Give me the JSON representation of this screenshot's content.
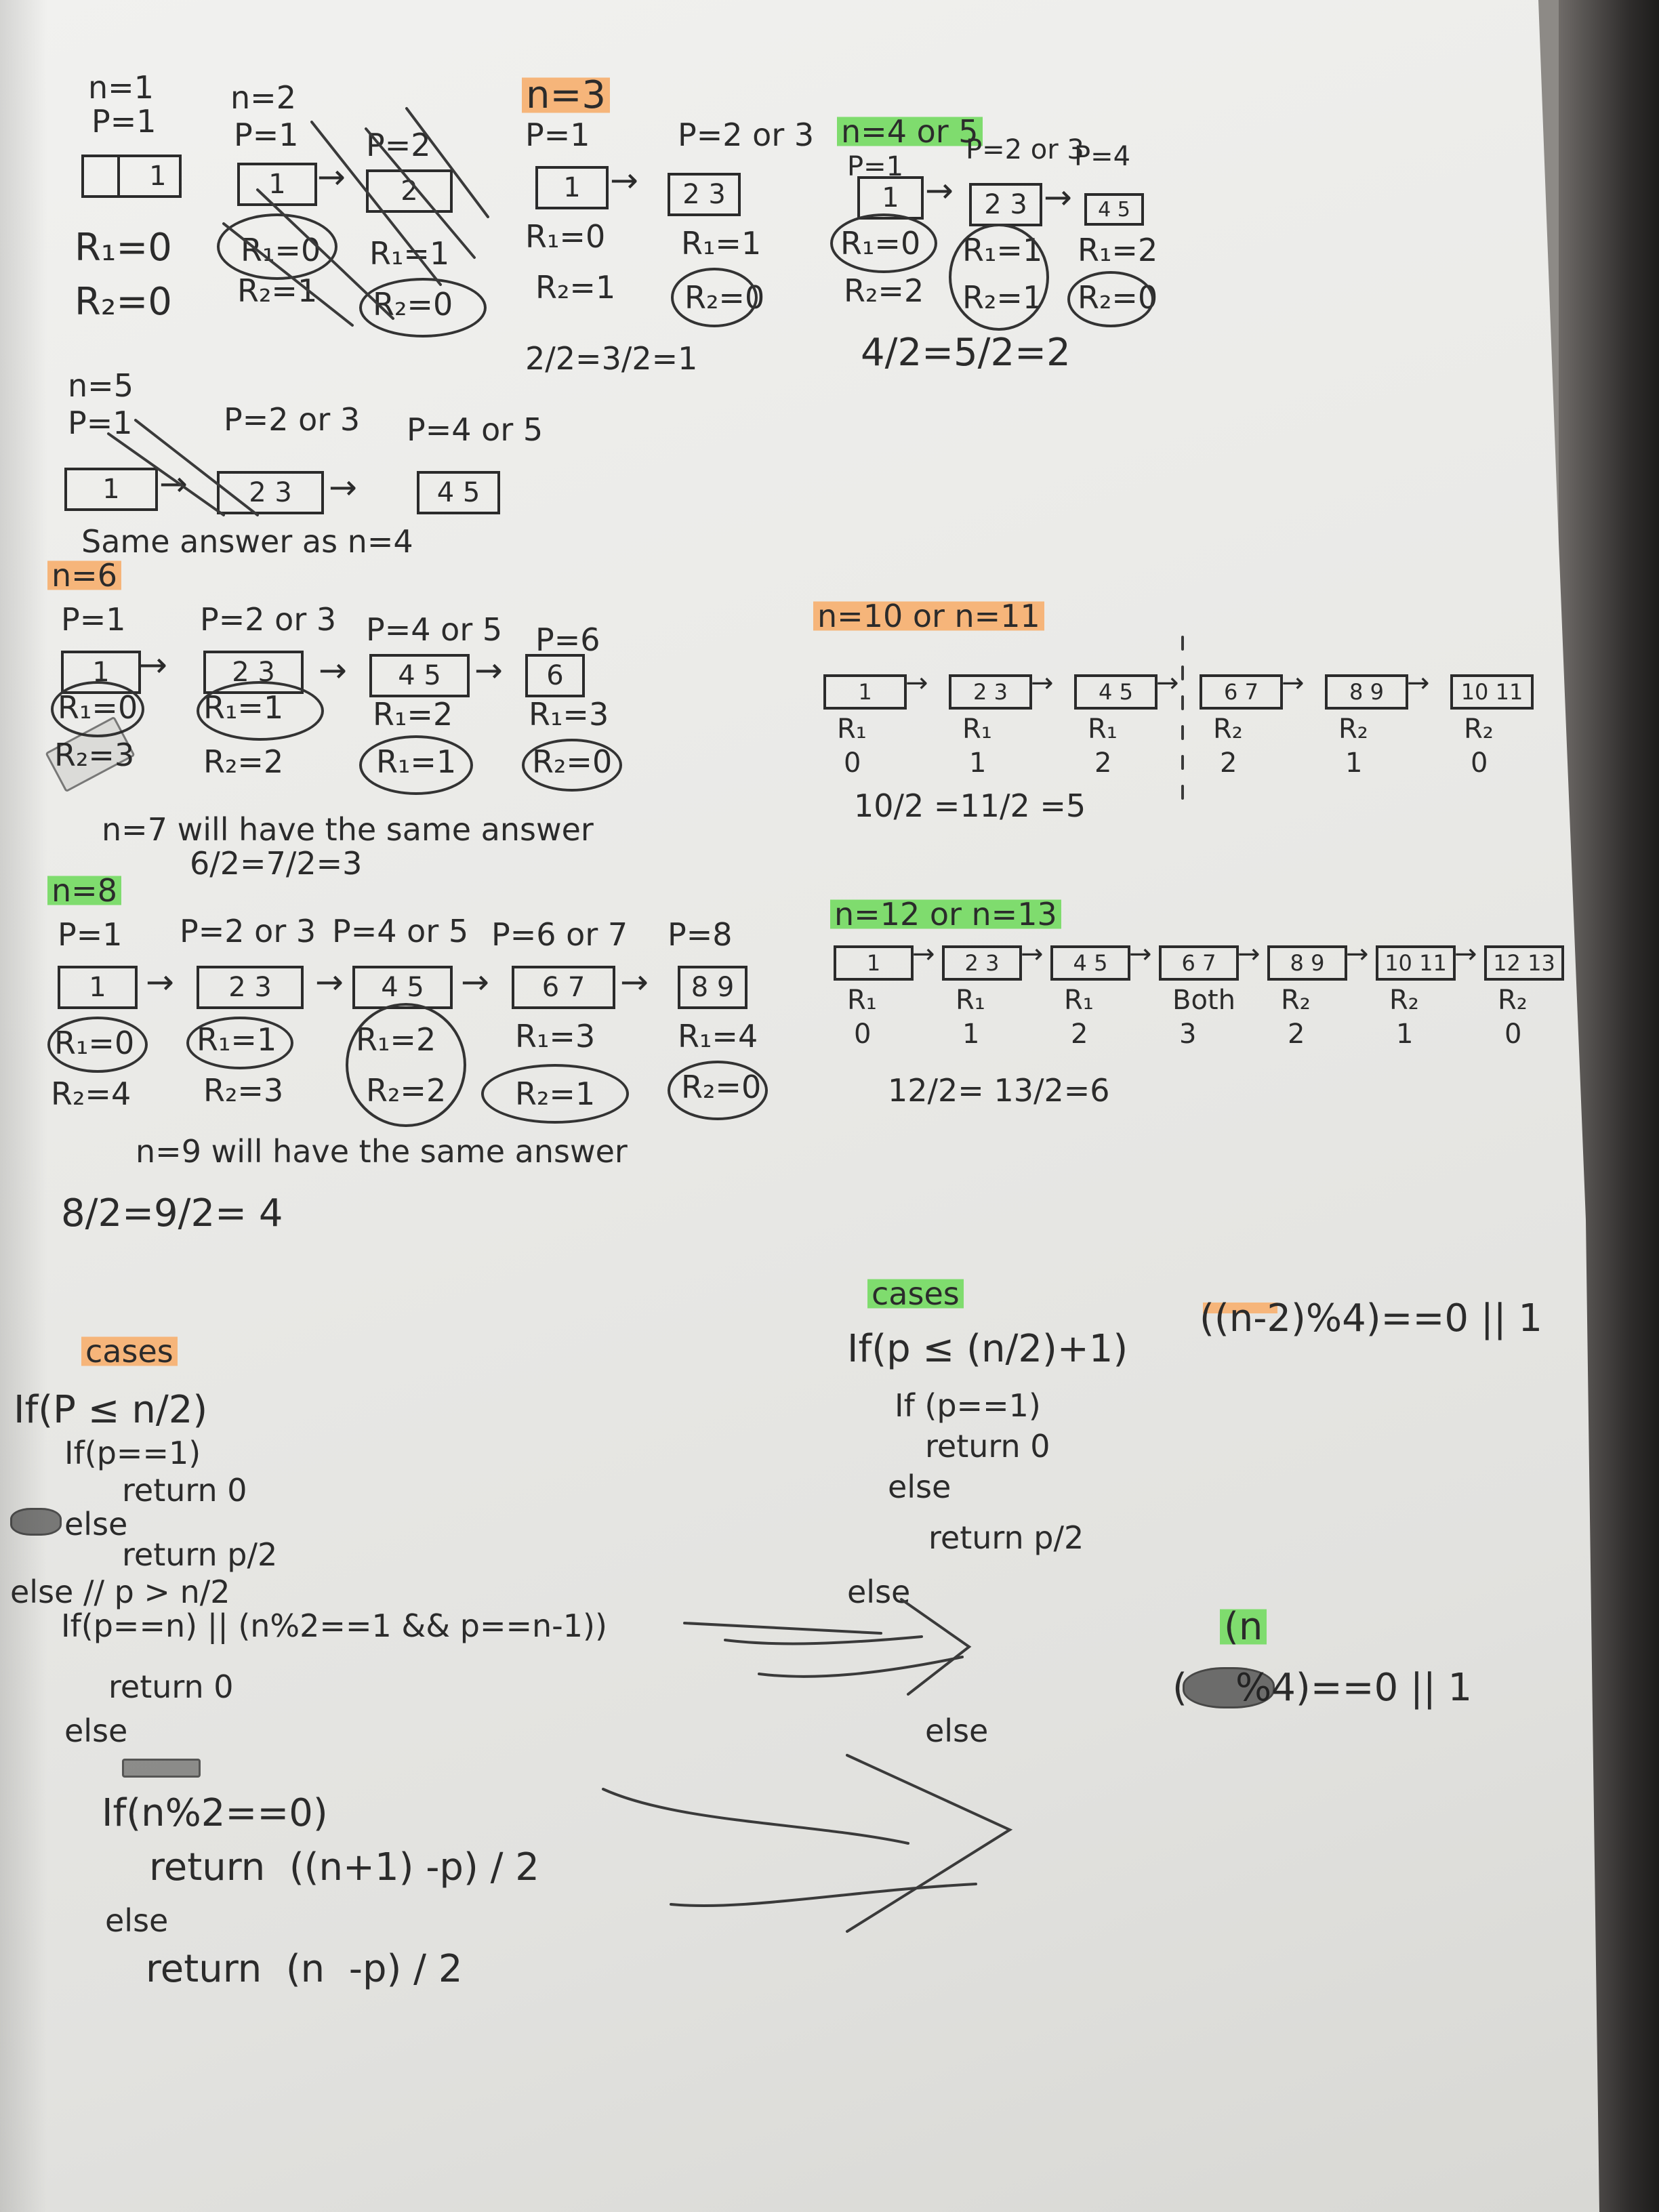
{
  "blocks": {
    "n1": {
      "title": "n=1",
      "p": "P=1",
      "r1": "R₁=0",
      "r2": "R₂=0",
      "cell": "1"
    },
    "n2": {
      "title": "n=2",
      "p1": "P=1",
      "p2": "P=2",
      "cellA": "1",
      "cellB": "2",
      "r1a": "R₁=0",
      "r2a": "R₂=1",
      "r1b": "R₁=1",
      "r2b": "R₂=0"
    },
    "n3": {
      "title": "n=3",
      "p1": "P=1",
      "p2": "P=2 or 3",
      "cellA": "1",
      "cellB": "2 3",
      "r1a": "R₁=0",
      "r2a": "R₂=1",
      "r1b": "R₁=1",
      "r2b": "R₂=0",
      "eq": "2/2=3/2=1"
    },
    "n45": {
      "title": "n=4 or 5",
      "p1": "P=1",
      "p2": "P=2 or 3",
      "p3": "P=4",
      "cellA": "1",
      "cellB": "2 3",
      "cellC": "4 5",
      "r1a": "R₁=0",
      "r2a": "R₂=2",
      "r1b": "R₁=1",
      "r2b": "R₂=1",
      "r1c": "R₁=2",
      "r2c": "R₂=0",
      "eq": "4/2=5/2=2"
    },
    "n5": {
      "title": "n=5",
      "p1": "P=1",
      "p2": "P=2 or 3",
      "p3": "P=4 or 5",
      "cellA": "1",
      "cellB": "2 3",
      "cellC": "4 5",
      "note": "Same answer as n=4"
    },
    "n6": {
      "title": "n=6",
      "p1": "P=1",
      "p2": "P=2 or 3",
      "p3": "P=4 or 5",
      "p4": "P=6",
      "cellA": "1",
      "cellB": "2 3",
      "cellC": "4 5",
      "cellD": "6",
      "r1a": "R₁=0",
      "r2a": "R₂=3",
      "r1b": "R₁=1",
      "r2b": "R₂=2",
      "r1c": "R₁=2",
      "r2c": "R₁=1",
      "r1d": "R₁=3",
      "r2d": "R₂=0",
      "note1": "n=7 will have the same answer",
      "eq": "6/2=7/2=3"
    },
    "n8": {
      "title": "n=8",
      "p1": "P=1",
      "p2": "P=2 or 3",
      "p3": "P=4 or 5",
      "p4": "P=6 or 7",
      "p5": "P=8",
      "cellA": "1",
      "cellB": "2 3",
      "cellC": "4 5",
      "cellD": "6 7",
      "cellE": "8 9",
      "r1a": "R₁=0",
      "r2a": "R₂=4",
      "r1b": "R₁=1",
      "r2b": "R₂=3",
      "r1c": "R₁=2",
      "r2c": "R₂=2",
      "r1d": "R₁=3",
      "r2d": "R₂=1",
      "r1e": "R₁=4",
      "r2e": "R₂=0",
      "note": "n=9 will have the same answer",
      "eq": "8/2=9/2= 4"
    },
    "n1011": {
      "title": "n=10 or n=11",
      "cells": [
        "1",
        "2 3",
        "4 5",
        "6 7",
        "8 9",
        "10 11"
      ],
      "labels": [
        "R₁",
        "R₁",
        "R₁",
        "R₂",
        "R₂",
        "R₂"
      ],
      "values": [
        "0",
        "1",
        "2",
        "2",
        "1",
        "0"
      ],
      "eq": "10/2 =11/2 =5"
    },
    "n1213": {
      "title": "n=12 or n=13",
      "cells": [
        "1",
        "2 3",
        "4 5",
        "6 7",
        "8 9",
        "10 11",
        "12 13"
      ],
      "labels": [
        "R₁",
        "R₁",
        "R₁",
        "Both",
        "R₂",
        "R₂",
        "R₂"
      ],
      "values": [
        "0",
        "1",
        "2",
        "3",
        "2",
        "1",
        "0"
      ],
      "eq": "12/2= 13/2=6"
    }
  },
  "cases_left": {
    "heading": "cases",
    "lines": [
      "If(P ≤ n/2)",
      "If(p==1)",
      "return 0",
      "else",
      "return p/2",
      "else // p > n/2",
      "If(p==n) || (n%2==1 && p==n-1))",
      "return 0",
      "else",
      "If(n%2==0)",
      "return  ((n+1) -p) / 2",
      "else",
      "return  (n  -p) / 2"
    ]
  },
  "cases_right": {
    "heading": "cases",
    "lines": [
      "If(p ≤ (n/2)+1)",
      "If (p==1)",
      "return 0",
      "else",
      "return p/2",
      "else",
      "else"
    ]
  },
  "formulas": {
    "f1": "((n-2)%4)==0 || 1",
    "f2_top": "(n",
    "f2": "(    %4)==0 || 1"
  }
}
